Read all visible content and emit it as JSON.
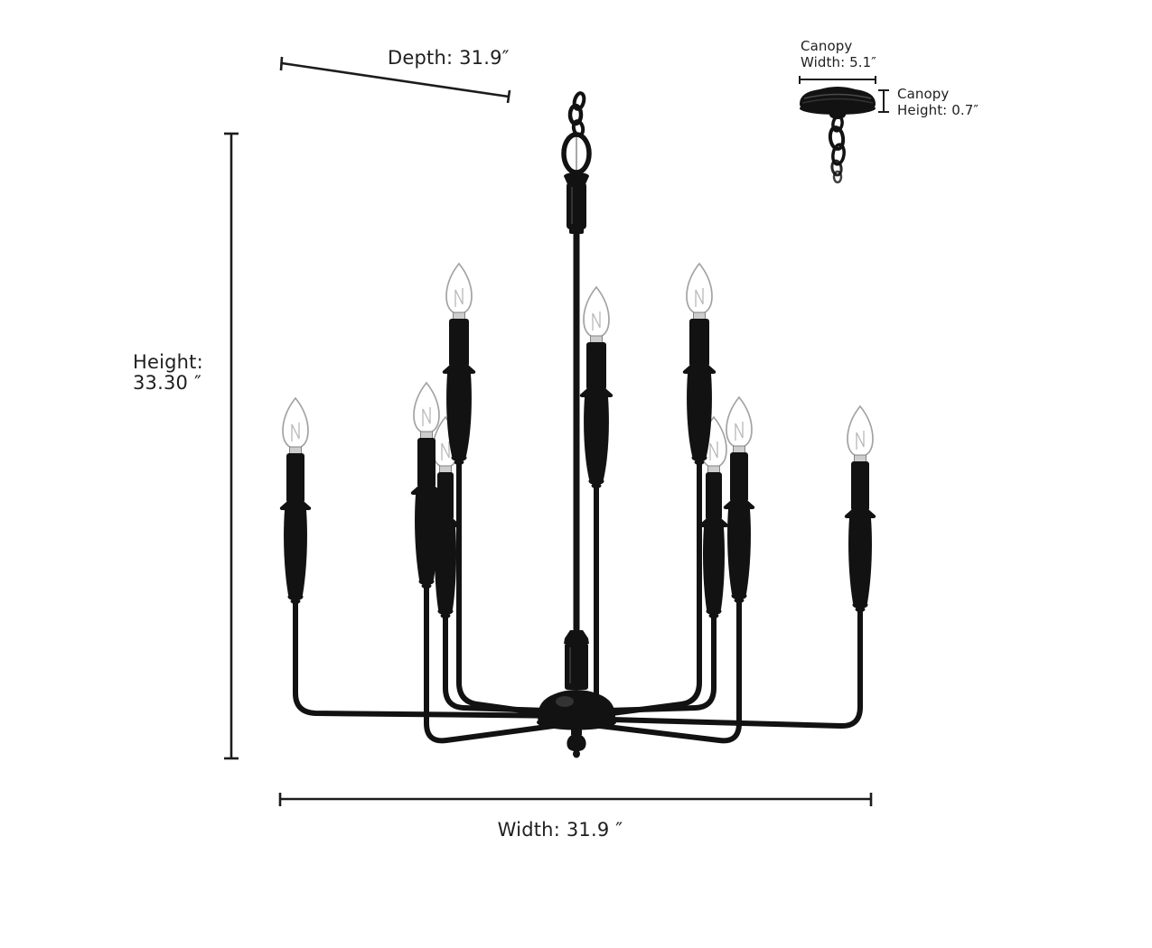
{
  "page": {
    "background_color": "#ffffff"
  },
  "diagram": {
    "subject": "nine-light-black-candle-chandelier-dimension-diagram",
    "dimension_labels": {
      "depth": "Depth: 31.9″",
      "height_line1": "Height:",
      "height_line2": "33.30 ″",
      "width": "Width: 31.9 ″",
      "canopy_width_line1": "Canopy",
      "canopy_width_line2": "Width: 5.1″",
      "canopy_height_line1": "Canopy",
      "canopy_height_line2": "Height: 0.7″"
    },
    "colors": {
      "dimension_line": "#1c1c1c",
      "text": "#1f1f1f",
      "fixture_black": "#121212",
      "fixture_highlight": "#3c3c3c",
      "bulb_outline": "#a3a3a3",
      "bulb_filament": "#b8b8b8",
      "socket_fill": "#cdcdcd",
      "socket_edge": "#838383",
      "background": "#ffffff"
    }
  }
}
